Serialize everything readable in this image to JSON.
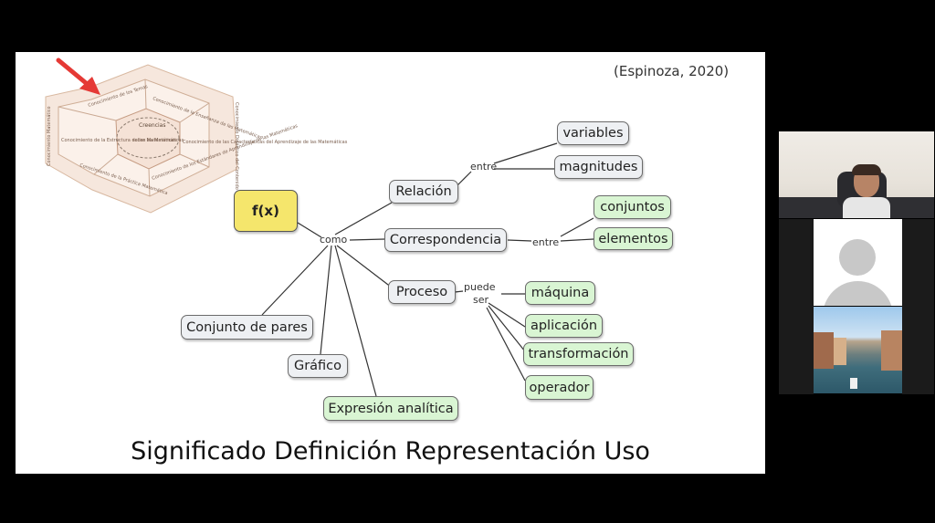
{
  "slide": {
    "citation": "(Espinoza, 2020)",
    "bottom_title": "Significado Definición Representación Uso",
    "hexagon": {
      "center": "Creencias",
      "center_sub": "sobre las Matemáticas",
      "sectors": [
        "Conocimiento de los Temas",
        "Conocimiento de la Enseñanza de las Matemáticas",
        "Conocimiento de las Características del Aprendizaje de las Matemáticas",
        "Conocimiento de los Estándares de Aprendizaje de las Matemáticas",
        "Conocimiento de la Práctica Matemática",
        "Conocimiento de la Estructura de las Matemáticas"
      ],
      "side_left": "Conocimiento Matemático",
      "side_right": "Conocimiento Didáctico del Contenido"
    },
    "concept_map": {
      "fx": "f(x)",
      "como": "como",
      "relacion": "Relación",
      "entre_1": "entre",
      "variables": "variables",
      "magnitudes": "magnitudes",
      "correspondencia": "Correspondencia",
      "entre_2": "entre",
      "conjuntos": "conjuntos",
      "elementos": "elementos",
      "proceso": "Proceso",
      "puede": "puede",
      "ser": "ser",
      "maquina": "máquina",
      "aplicacion": "aplicación",
      "transformacion": "transformación",
      "operador": "operador",
      "conjunto_pares": "Conjunto de pares",
      "grafico": "Gráfico",
      "expresion": "Expresión analítica"
    }
  },
  "colors": {
    "arrow": "#e53935",
    "node_green": "#d9f5d3",
    "node_yellow": "#f5e66c",
    "node_grey": "#eef0f3"
  }
}
